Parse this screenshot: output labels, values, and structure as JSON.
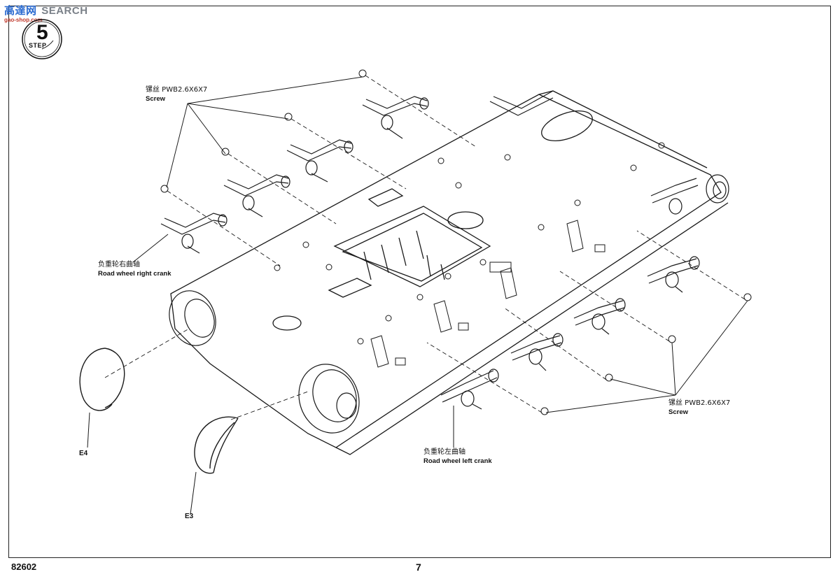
{
  "watermark": {
    "logo_cn": "高達网",
    "logo_en": "SEARCH",
    "url": "gao-shop.com"
  },
  "step": {
    "number": "5",
    "word": "STEP"
  },
  "labels": {
    "screw_top_cn": "镙丝 PWB2.6X6X7",
    "screw_top_en": "Screw",
    "right_crank_cn": "负重轮右曲轴",
    "right_crank_en": "Road wheel right crank",
    "left_crank_cn": "负重轮左曲轴",
    "left_crank_en": "Road wheel left crank",
    "screw_bottom_cn": "镙丝 PWB2.6X6X7",
    "screw_bottom_en": "Screw"
  },
  "parts": {
    "e4": "E4",
    "e3": "E3"
  },
  "footer": {
    "code": "82602",
    "page": "7"
  },
  "colors": {
    "line": "#1a1a1a",
    "frame": "#222222"
  }
}
